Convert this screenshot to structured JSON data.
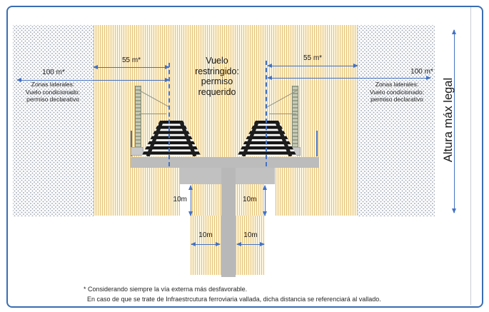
{
  "legend": {
    "center_text": "Vuelo\nrestringido:\npermiso\nrequerido",
    "lateral_label": "Zonas laterales:\nVuelo condicionado:\npermiso declarativo",
    "altura_label": "Altura máx legal"
  },
  "dimensions": {
    "d55": "55 m*",
    "d100": "100 m*",
    "d10": "10m"
  },
  "footnote": {
    "line1": "* Considerando siempre la vía externa más desfavorable.",
    "line2": "En caso de que se trate de Infraestrcutura ferroviaria vallada, dicha distancia se referenciará al vallado."
  },
  "colors": {
    "accent_blue": "#4472c4",
    "border_blue": "#3a6db4",
    "stripe_yellow": "#e6c276",
    "stripe_background": "#fcf5df",
    "structure_gray": "#bcbcbc",
    "dot_gray": "#a8b0bc"
  }
}
